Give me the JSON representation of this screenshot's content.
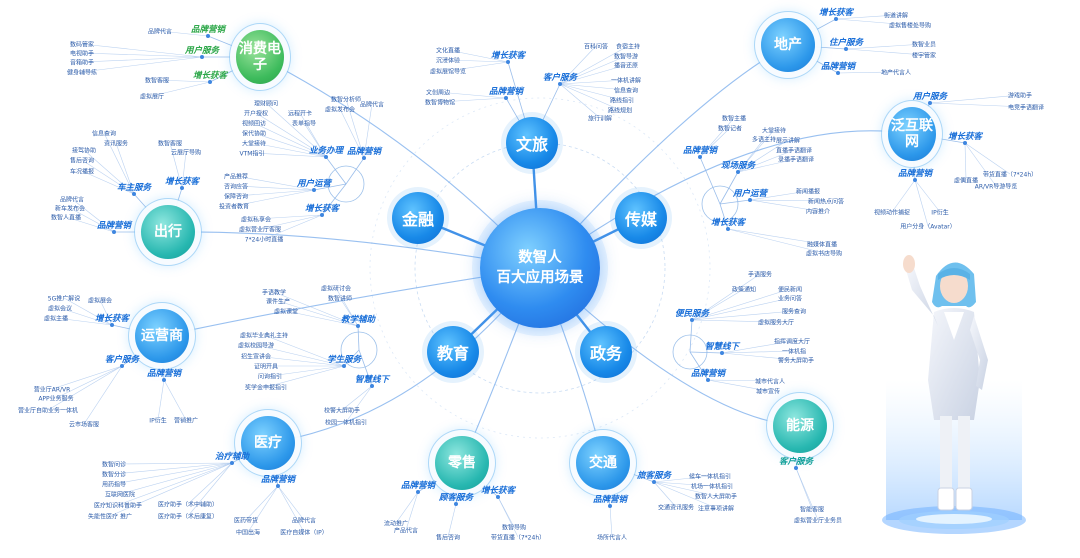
{
  "colors": {
    "primary": "#1a6fd8",
    "green": "#2ea84a",
    "teal": "#12a09a",
    "line": "#7fb0ec",
    "leaf": "#2a5aa8"
  },
  "hub": {
    "line1": "数智人",
    "line2": "百大应用场景"
  },
  "majors": {
    "wenlv": "文旅",
    "jinrong": "金融",
    "chuanmei": "传媒",
    "jiaoyu": "教育",
    "zhengwu": "政务"
  },
  "rings": {
    "xiaofei": "消费电子",
    "dichan": "地产",
    "chuxing": "出行",
    "fanhu": "泛互联网",
    "yunying": "运营商",
    "nengyuan": "能源",
    "yiliao": "医疗",
    "lingshou": "零售",
    "jiaotong": "交通"
  },
  "categories": {
    "xf_ppyx": "品牌营销",
    "xf_yhfw": "用户服务",
    "xf_zzhk": "增长获客",
    "wl_zzhk": "增长获客",
    "wl_khfw": "客户服务",
    "wl_ppyx": "品牌营销",
    "dc_zzhk": "增长获客",
    "dc_zhfw": "住户服务",
    "dc_ppyx": "品牌营销",
    "fh_yhfw": "用户服务",
    "fh_zzhk": "增长获客",
    "fh_ppyx": "品牌营销",
    "jr_ywbl": "业务办理",
    "jr_ppyx": "品牌营销",
    "jr_yhyy": "用户运营",
    "jr_zzhk": "增长获客",
    "cx_czfw": "车主服务",
    "cx_zzhk": "增长获客",
    "cx_ppyx": "品牌营销",
    "cm_ppyx": "品牌营销",
    "cm_xcfw": "现场服务",
    "cm_yhyy": "用户运营",
    "cm_zzhk": "增长获客",
    "yy_zzhk": "增长获客",
    "yy_khfw": "客户服务",
    "yy_ppyx": "品牌营销",
    "jy_jxfz": "教学辅助",
    "jy_xsfw": "学生服务",
    "jy_zhxx": "智慧线下",
    "zw_bmfw": "便民服务",
    "zw_zhxx": "智慧线下",
    "zw_ppyx": "品牌营销",
    "ny_khfw": "客户服务",
    "yl_zlfz": "治疗辅助",
    "yl_ppyx": "品牌营销",
    "ls_ppyx": "品牌营销",
    "ls_gkfw": "顾客服务",
    "ls_zzhk": "增长获客",
    "jt_lkfw": "旅客服务",
    "jt_ppyx": "品牌营销"
  },
  "leaves": {
    "xf_1": "品牌代言",
    "xf_2": "数码管家",
    "xf_3": "电视助手",
    "xf_4": "音箱助手",
    "xf_5": "健身辅导练",
    "xf_6": "数智客服",
    "xf_7": "虚拟展厅",
    "wl_1": "文化直播",
    "wl_2": "沉浸体验",
    "wl_3": "虚拟展馆导览",
    "wl_4": "文创周边",
    "wl_5": "数智博物馆",
    "wl_6": "百科问答",
    "wl_7": "食宿主持",
    "wl_8": "数智导游",
    "wl_9": "播音还原",
    "wl_10": "一体机讲解",
    "wl_11": "信息查询",
    "wl_12": "路线指引",
    "wl_13": "路线规划",
    "wl_14": "旅行训解",
    "dc_1": "街道讲解",
    "dc_2": "虚拟售楼处导购",
    "dc_3": "数智业员",
    "dc_4": "楼宇管家",
    "dc_5": "地产代言人",
    "fh_1": "游戏助手",
    "fh_2": "电竞手语翻译",
    "fh_3": "带货直播（7*24h）",
    "fh_4": "虚偶直播",
    "fh_5": "AR/VR导游导览",
    "fh_6": "视频动作捕捉",
    "fh_7": "IP衍生",
    "fh_8": "用户分身（Avatar）",
    "jr_1": "理财顾问",
    "jr_2": "开户授权",
    "jr_3": "视频回访",
    "jr_4": "保代协助",
    "jr_5": "大堂接待",
    "jr_6": "VTM指引",
    "jr_7": "远程开卡",
    "jr_8": "表单指导",
    "jr_9": "数智分析师",
    "jr_10": "虚拟发布会",
    "jr_11": "品牌代言",
    "jr_12": "产品推荐",
    "jr_13": "咨询应答",
    "jr_14": "保障咨询",
    "jr_15": "投资者教育",
    "jr_16": "虚拟私享会",
    "jr_17": "虚拟营业厅客服",
    "jr_18": "7*24小时直播",
    "cx_1": "信息查询",
    "cx_2": "资讯服务",
    "cx_3": "接驾协助",
    "cx_4": "售后咨询",
    "cx_5": "车况播报",
    "cx_6": "数智客服",
    "cx_7": "云展厅导购",
    "cx_8": "品牌代言",
    "cx_9": "新车发布会",
    "cx_10": "数智人直播",
    "cm_1": "数智主播",
    "cm_2": "数智记者",
    "cm_3": "大堂接待",
    "cm_4": "多语主持",
    "cm_5": "展示讲解",
    "cm_6": "直播手语翻译",
    "cm_7": "录播手语翻译",
    "cm_8": "新闻播报",
    "cm_9": "新闻热点问答",
    "cm_10": "内容推介",
    "cm_11": "融媒体直播",
    "cm_12": "虚拟书店导购",
    "yy_1": "5G推广解说",
    "yy_2": "虚拟展会",
    "yy_3": "虚拟会议",
    "yy_4": "虚拟主播",
    "yy_5": "营业厅AR/VR",
    "yy_6": "APP业务服务",
    "yy_7": "营业厅自助业务一体机",
    "yy_8": "云市场客服",
    "yy_9": "IP衍生",
    "yy_10": "营销推广",
    "jy_1": "手语教学",
    "jy_2": "课件生产",
    "jy_3": "虚拟课堂",
    "jy_4": "虚拟研讨会",
    "jy_5": "数智讲师",
    "jy_6": "虚拟毕业典礼主持",
    "jy_7": "虚拟校园导游",
    "jy_8": "招生宣讲会",
    "jy_9": "证明开具",
    "jy_10": "问询指引",
    "jy_11": "奖学金申报指引",
    "jy_12": "校警大屏助手",
    "jy_13": "校园一体机指引",
    "zw_1": "手语服务",
    "zw_2": "政策通知",
    "zw_3": "便民新闻",
    "zw_4": "业务问答",
    "zw_5": "服务查询",
    "zw_6": "虚拟服务大厅",
    "zw_7": "指挥调度大厅",
    "zw_8": "一体机指",
    "zw_9": "警务大屏助手",
    "zw_10": "城市代言人",
    "zw_11": "城市宣传",
    "ny_1": "智能客服",
    "ny_2": "虚拟营业厅业务员",
    "yl_1": "数智问诊",
    "yl_2": "数智分诊",
    "yl_3": "用药指导",
    "yl_4": "互联网医院",
    "yl_5": "医疗知识科普助手",
    "yl_6": "医疗助手（术中辅助）",
    "yl_7": "失能性医疗 推广",
    "yl_8": "医疗助手（术后康复）",
    "yl_9": "医药带货",
    "yl_10": "品牌代言",
    "yl_11": "中国出海",
    "yl_12": "医疗自媒体（IP）",
    "ls_1": "流动推广",
    "ls_2": "产品代言",
    "ls_3": "售后咨询",
    "ls_4": "数智导购",
    "ls_5": "带货直播（7*24h）",
    "jt_1": "场所代言人",
    "jt_2": "候车一体机指引",
    "jt_3": "机场一体机指引",
    "jt_4": "数智人大屏助手",
    "jt_5": "交通资讯服务",
    "jt_6": "注意事项讲解"
  }
}
